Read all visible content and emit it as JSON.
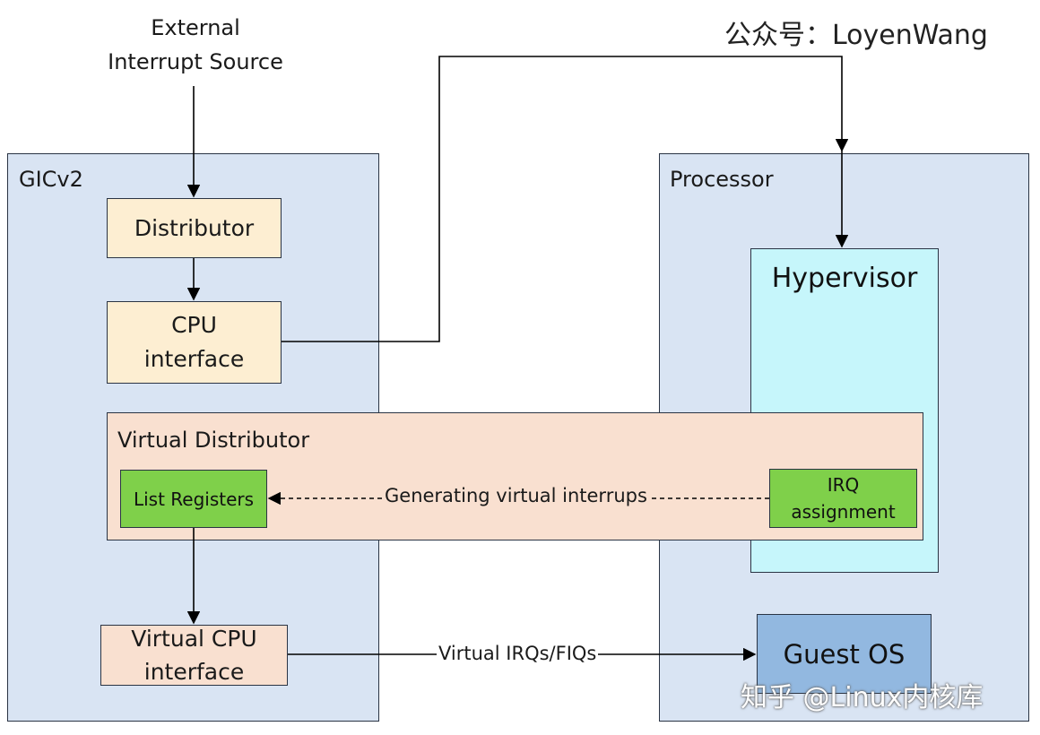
{
  "watermark": {
    "top": "公众号：LoyenWang",
    "bottom": "知乎 @Linux内核库"
  },
  "source": {
    "line1": "External",
    "line2": "Interrupt Source"
  },
  "gicv2": {
    "title": "GICv2",
    "distributor": "Distributor",
    "cpu_interface_line1": "CPU",
    "cpu_interface_line2": "interface",
    "virtual_cpu_interface_line1": "Virtual CPU",
    "virtual_cpu_interface_line2": "interface"
  },
  "virtual_distributor": {
    "title": "Virtual Distributor",
    "list_registers": "List Registers",
    "irq_assignment_line1": "IRQ",
    "irq_assignment_line2": "assignment"
  },
  "processor": {
    "title": "Processor",
    "hypervisor": "Hypervisor",
    "guest_os": "Guest OS"
  },
  "edges": {
    "generating": "Generating virtual interrups",
    "virtual_irqs": "Virtual IRQs/FIQs"
  },
  "colors": {
    "container_fill": "#d9e4f3",
    "orange_box": "#fdeed2",
    "peach_box": "#f9e0d0",
    "green_box": "#7fd04a",
    "hypervisor_fill": "#c6f6fb",
    "guest_os_fill": "#92b8e0",
    "line": "#000000"
  }
}
